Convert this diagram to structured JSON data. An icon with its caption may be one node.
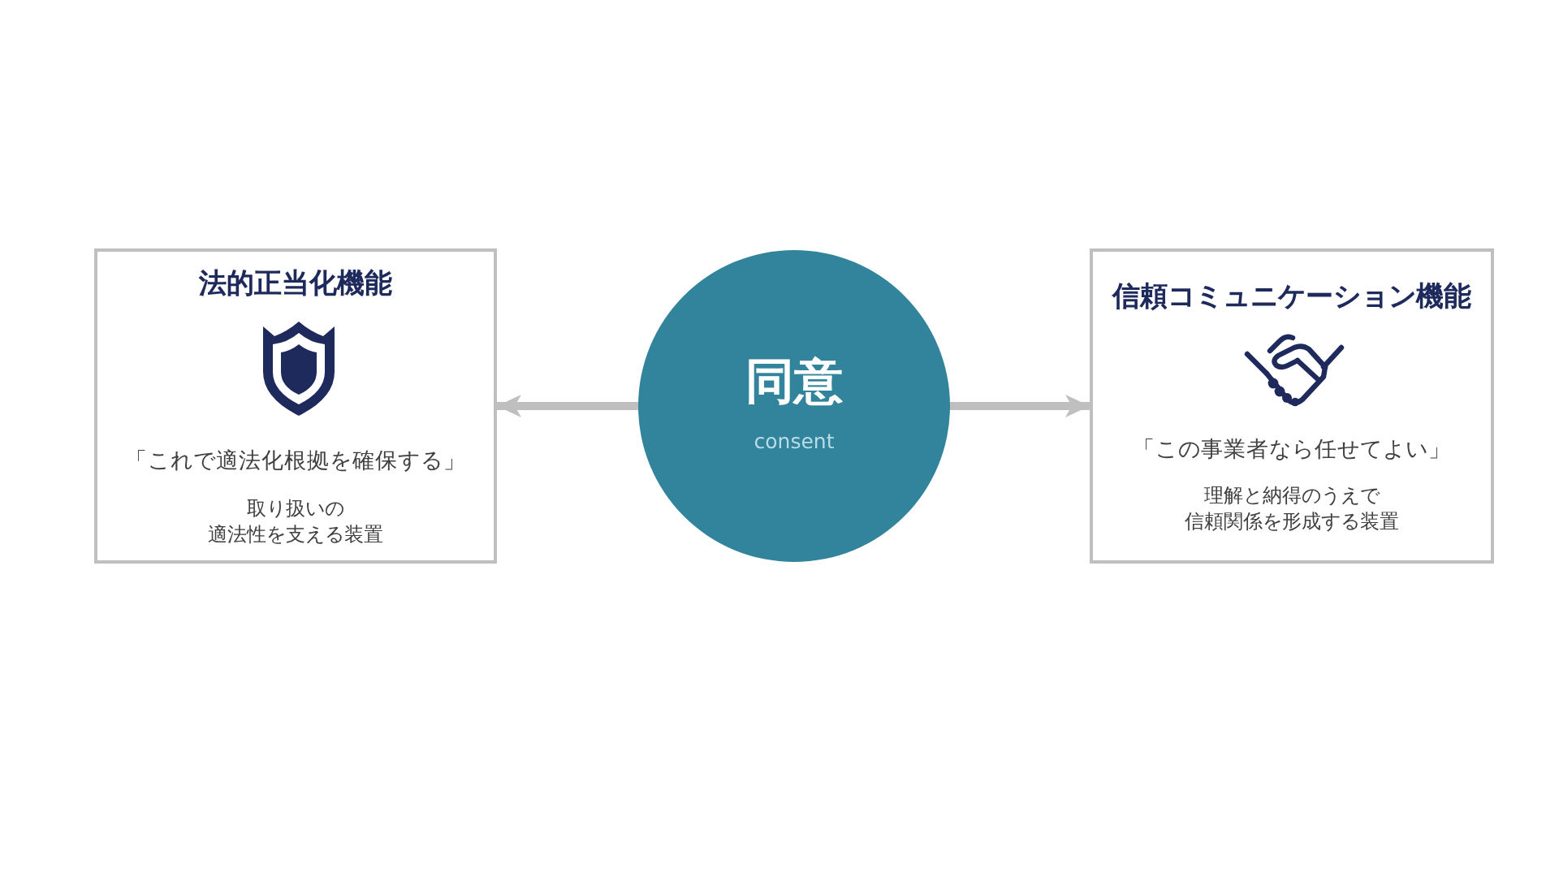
{
  "diagram": {
    "nodes": [
      {
        "text": [
          "法的正当化機能",
          "「これで適法化根拠を確保する」",
          "取り扱いの適法性を支える装置"
        ]
      },
      {
        "text": [
          "同意",
          "consent"
        ]
      },
      {
        "text": [
          "信頼コミュニケーション機能",
          "「この事業者なら任せてよい」",
          "理解と納得のうえで信頼関係を形成する装置"
        ]
      }
    ],
    "edges": [
      {
        "from": 1,
        "to": 0,
        "arrow": "to"
      },
      {
        "from": 1,
        "to": 2,
        "arrow": "to"
      }
    ]
  }
}
